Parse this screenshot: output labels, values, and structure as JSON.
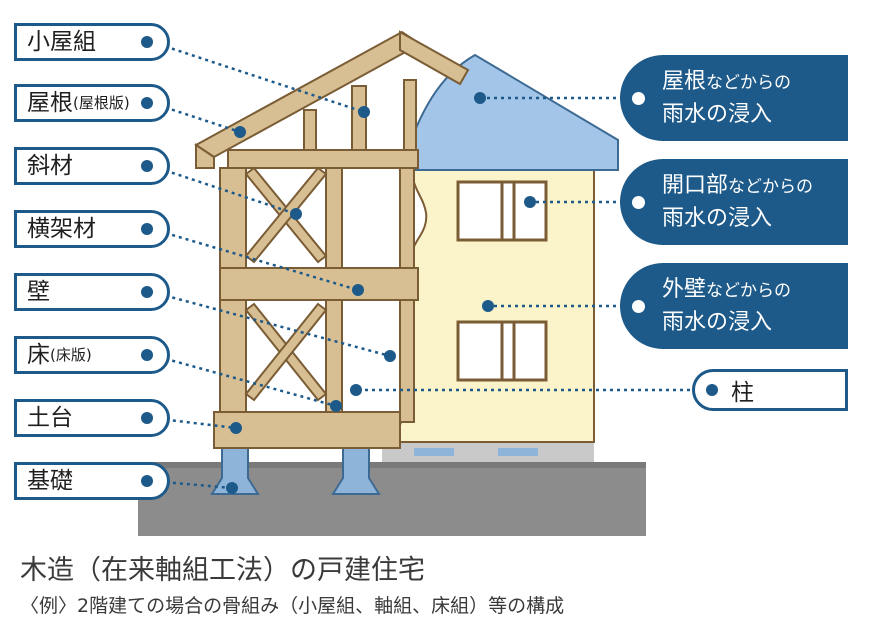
{
  "colors": {
    "label_border": "#1d5a8a",
    "callout_bg": "#1d5a8a",
    "timber": "#d8bf93",
    "timber_outline": "#7a5c35",
    "wall_finish": "#fbf3c9",
    "roof_finish": "#a3c6e8",
    "ground": "#8c8c8c",
    "foundation": "#8fb4d9"
  },
  "left_labels": [
    {
      "main": "小屋組",
      "sub": ""
    },
    {
      "main": "屋根",
      "sub": "(屋根版)"
    },
    {
      "main": "斜材",
      "sub": ""
    },
    {
      "main": "横架材",
      "sub": ""
    },
    {
      "main": "壁",
      "sub": ""
    },
    {
      "main": "床",
      "sub": "(床版)"
    },
    {
      "main": "土台",
      "sub": ""
    },
    {
      "main": "基礎",
      "sub": ""
    }
  ],
  "callouts": [
    {
      "emph": "屋根",
      "small": "などからの",
      "line2": "雨水の浸入"
    },
    {
      "emph": "開口部",
      "small": "などからの",
      "line2": "雨水の浸入"
    },
    {
      "emph": "外壁",
      "small": "などからの",
      "line2": "雨水の浸入"
    }
  ],
  "pillar_label": "柱",
  "caption": {
    "title": "木造（在来軸組工法）の戸建住宅",
    "subtitle": "〈例〉2階建ての場合の骨組み（小屋組、軸組、床組）等の構成"
  }
}
